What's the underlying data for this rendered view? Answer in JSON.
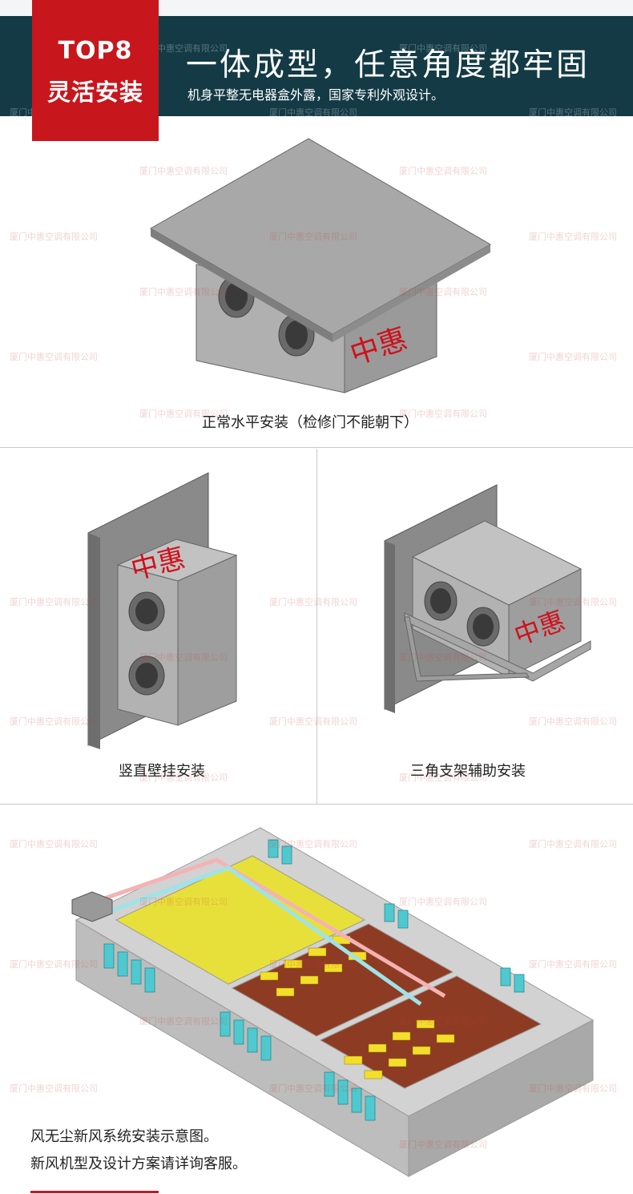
{
  "header": {
    "badge_top": "TOP8",
    "badge_label": "灵活安装",
    "title": "一体成型，任意角度都牢固",
    "subtitle": "机身平整无电器盒外露，国家专利外观设计。"
  },
  "watermark": "厦门中惠空调有限公司",
  "brand": "中惠",
  "captions": {
    "horizontal": "正常水平安装（检修门不能朝下）",
    "vertical": "竖直壁挂安装",
    "bracket": "三角支架辅助安装"
  },
  "bottom": {
    "line1": "风无尘新风系统安装示意图。",
    "line2": "新风机型及设计方案请详询客服。"
  },
  "colors": {
    "header_bg": "#133a45",
    "badge_red": "#c8161d",
    "unit_gray": "#9a9a9a",
    "brand_red": "#d10f1a"
  }
}
